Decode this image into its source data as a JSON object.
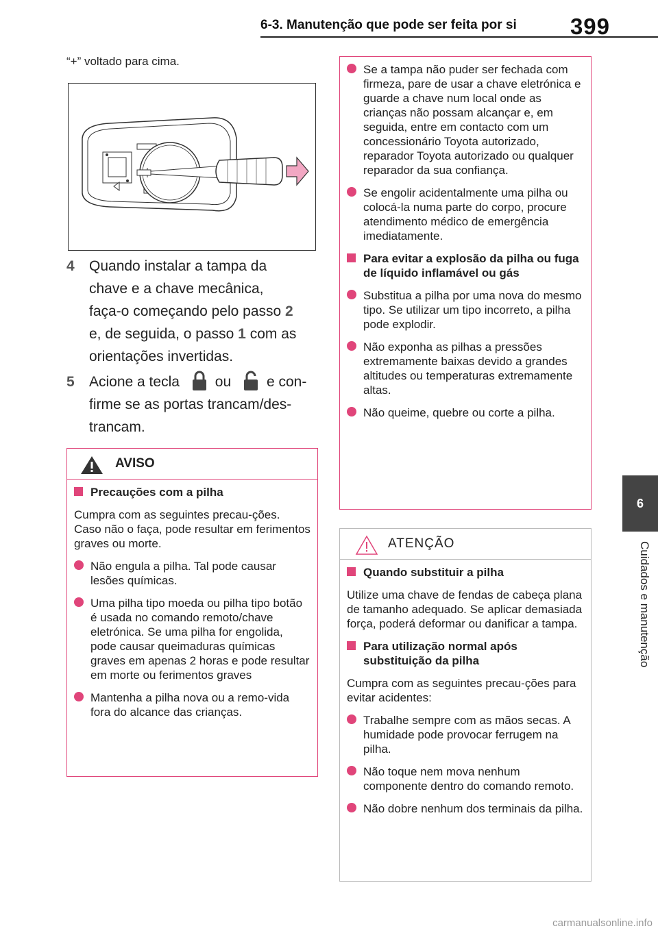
{
  "header": {
    "section_title": "6-3. Manutenção que pode ser feita por si",
    "page_number": "399"
  },
  "side": {
    "chapter_number": "6",
    "chapter_title": "Cuidados e manutenção"
  },
  "intro_text": "“+” voltado para cima.",
  "steps": [
    {
      "number": "4",
      "lines": [
        "Quando instalar a tampa da",
        "chave e a chave mecânica,"
      ],
      "line3_before": "faça-o começando pelo passo ",
      "line3_num": "2",
      "line4_before": "e, de seguida, o passo ",
      "line4_num": "1",
      "line4_after": " com as",
      "line5": "orientações invertidas."
    },
    {
      "number": "5",
      "line1_before": "Acione a tecla",
      "line1_mid": "ou",
      "line1_after": "e con-",
      "line2": "firme se as portas trancam/des-",
      "line3": "trancam.",
      "icons": [
        "lock-icon",
        "unlock-icon"
      ]
    }
  ],
  "aviso_box": {
    "title": "AVISO",
    "heading": "Precauções com a pilha",
    "paragraph": "Cumpra com as seguintes precau-ções.\nCaso não o faça, pode resultar em ferimentos graves ou morte.",
    "bullets": [
      "Não engula a pilha. Tal pode causar lesões químicas.",
      "Uma pilha tipo moeda ou pilha tipo botão é usada no comando remoto/chave eletrónica. Se uma pilha for engolida, pode causar queimaduras químicas graves em apenas 2 horas e pode resultar em morte ou ferimentos graves",
      "Mantenha a pilha nova ou a remo-vida fora do alcance das crianças."
    ]
  },
  "right_box": {
    "bullets_1": [
      "Se a tampa não puder ser fechada com firmeza, pare de usar a chave eletrónica e guarde a chave num local onde as crianças não possam alcançar e, em seguida, entre em contacto com um concessionário Toyota autorizado, reparador Toyota autorizado ou qualquer reparador da sua confiança.",
      "Se engolir acidentalmente uma pilha ou colocá-la numa parte do corpo, procure atendimento médico de emergência imediatamente."
    ],
    "heading": "Para evitar a explosão da pilha ou fuga de líquido inflamável ou gás",
    "bullets_2": [
      "Substitua a pilha por uma nova do mesmo tipo. Se utilizar um tipo incorreto, a pilha pode explodir.",
      "Não exponha as pilhas a pressões extremamente baixas devido a grandes altitudes ou temperaturas extremamente altas.",
      "Não queime, quebre ou corte a pilha."
    ]
  },
  "atencao_box": {
    "title": "ATENÇÃO",
    "heading_1": "Quando substituir a pilha",
    "paragraph_1": "Utilize uma chave de fendas de cabeça plana de tamanho adequado. Se aplicar demasiada força, poderá deformar ou danificar a tampa.",
    "heading_2": "Para utilização normal após substituição da pilha",
    "paragraph_2": "Cumpra com as seguintes precau-ções para evitar acidentes:",
    "bullets": [
      "Trabalhe sempre com as mãos secas. A humidade pode provocar ferrugem na pilha.",
      "Não toque nem mova nenhum componente dentro do comando remoto.",
      "Não dobre nenhum dos terminais da pilha."
    ]
  },
  "footer": "carmanualsonline.info",
  "colors": {
    "accent": "#e0457a",
    "arrow_fill": "#f2a7c3",
    "tab": "#444444"
  }
}
